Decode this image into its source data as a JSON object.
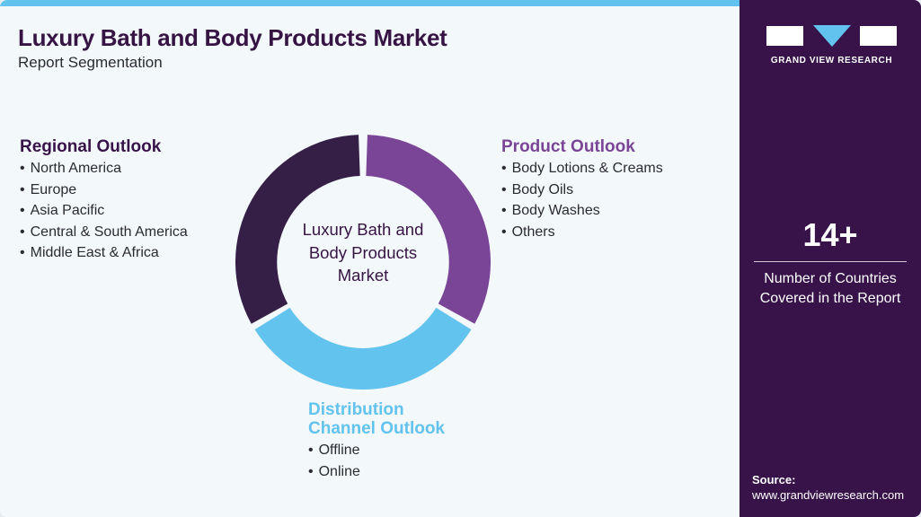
{
  "header": {
    "title": "Luxury Bath and Body Products Market",
    "subtitle": "Report Segmentation"
  },
  "brand": {
    "name": "GRAND VIEW RESEARCH",
    "colors": {
      "dark_purple": "#37134a",
      "purple": "#7a4597",
      "light_blue": "#62c3ee",
      "background": "#f3f8fb"
    }
  },
  "diagram": {
    "center_label": "Luxury Bath and Body Products Market",
    "segments": [
      {
        "name": "Regional Outlook",
        "color": "#361f47",
        "items": [
          "North America",
          "Europe",
          "Asia Pacific",
          "Central & South America",
          "Middle East & Africa"
        ]
      },
      {
        "name": "Product Outlook",
        "color": "#7a4597",
        "items": [
          "Body Lotions & Creams",
          "Body Oils",
          "Body Washes",
          "Others"
        ]
      },
      {
        "name": "Distribution Channel Outlook",
        "color": "#62c3ee",
        "items": [
          "Offline",
          "Online"
        ]
      }
    ]
  },
  "stat": {
    "value": "14+",
    "label_line1": "Number of Countries",
    "label_line2": "Covered in the Report"
  },
  "source": {
    "label": "Source:",
    "url": "www.grandviewresearch.com"
  }
}
